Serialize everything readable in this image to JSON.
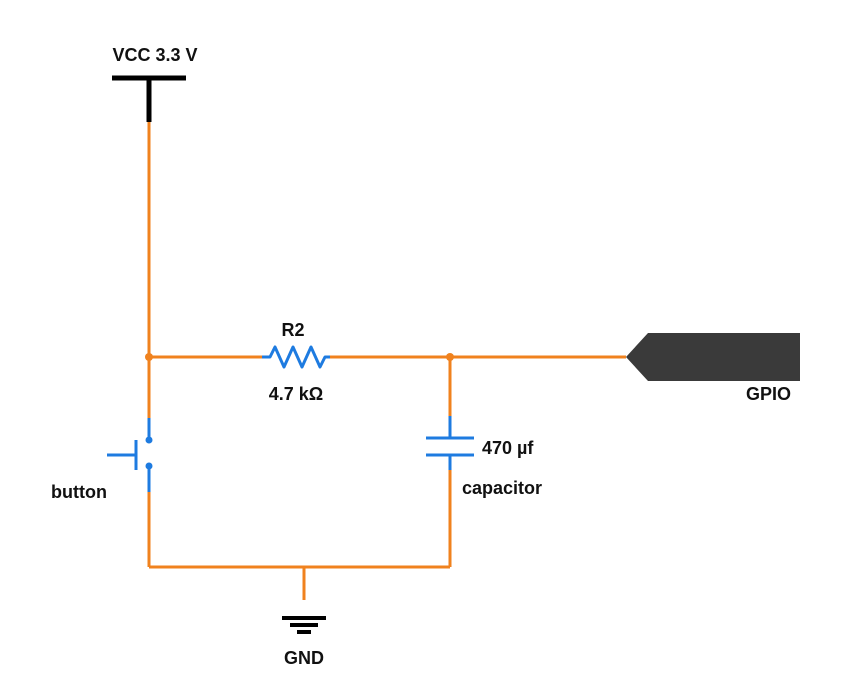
{
  "colors": {
    "wire": "#f0821e",
    "component": "#1e7be0",
    "rail": "#000000",
    "connector": "#3a3a3a",
    "text": "#111111"
  },
  "labels": {
    "vcc": "VCC 3.3 V",
    "resistor_name": "R2",
    "resistor_value": "4.7 kΩ",
    "gpio": "GPIO",
    "capacitor_value": "470 µf",
    "capacitor_name": "capacitor",
    "button": "button",
    "gnd": "GND"
  },
  "icons": {
    "vcc": "power-rail-icon",
    "resistor": "resistor-icon",
    "capacitor": "capacitor-icon",
    "button": "pushbutton-icon",
    "gnd": "ground-icon",
    "gpio": "gpio-connector-icon"
  }
}
